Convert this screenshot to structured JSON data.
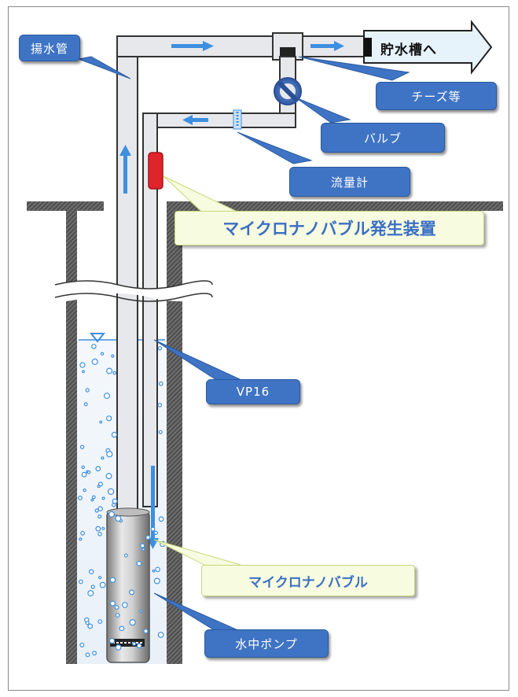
{
  "labels": {
    "riser_pipe": "揚水管",
    "destination": "貯水槽へ",
    "tee": "チーズ等",
    "valve": "バルブ",
    "flowmeter": "流量計",
    "generator": "マイクロナノバブル発生装置",
    "vp16": "VP16",
    "microbubble": "マイクロナノバブル",
    "pump": "水中ポンプ"
  },
  "colors": {
    "callout_fill": "#3f74c4",
    "generator_text": "#3a6fc4",
    "generator_fill": "#f7fbdf",
    "flowmeter_device": "#e0242b",
    "pipe_fill": "#e6e8ec",
    "wall_hatch": "#555555",
    "flow_arrow": "#3d8fe0"
  },
  "icons": [
    "valve-icon",
    "flow-arrow-icon",
    "water-level-icon",
    "bubble-icon"
  ]
}
